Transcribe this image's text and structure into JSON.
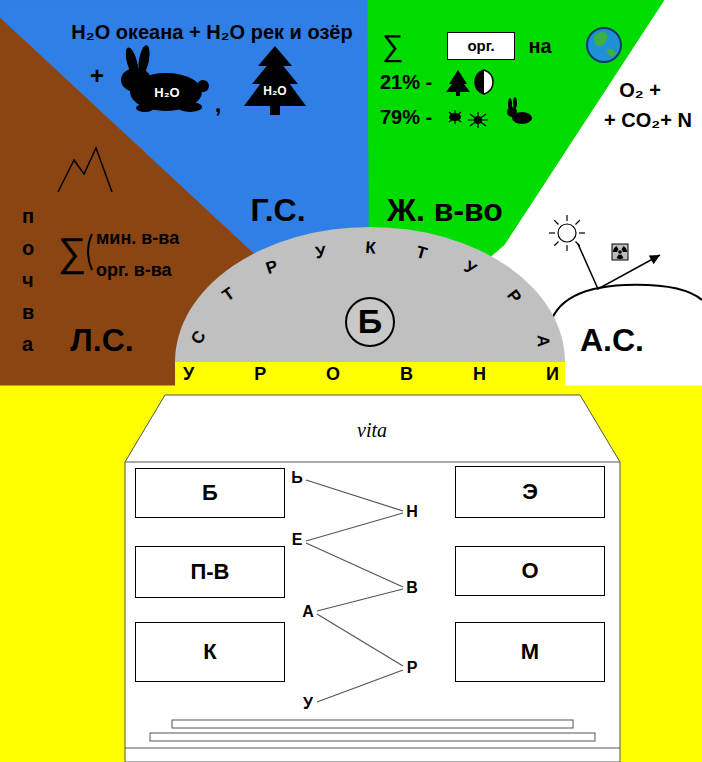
{
  "diagram": {
    "nodes": [
      {
        "text": [
          "H₂O океана + H₂O рек и озёр",
          "+",
          ",",
          "Г.С."
        ]
      },
      {
        "text": [
          "H₂O"
        ],
        "in": 0
      },
      {
        "text": [
          "H₂O"
        ],
        "in": 0
      },
      {
        "text": [
          "∑",
          "на",
          "21% -",
          "79% -",
          "Ж. в-во"
        ]
      },
      {
        "text": [
          "орг."
        ],
        "in": 3
      },
      {
        "text": [
          "O₂ +",
          "+ CO₂+ N",
          "А.С."
        ]
      },
      {
        "text": [
          "почва",
          "∑",
          "мин. в-ва",
          "орг. в-ва",
          "Л.С."
        ]
      },
      {
        "text": [
          "СТРУКТУРА"
        ]
      },
      {
        "text": [
          "Б"
        ],
        "in": 7
      },
      {
        "text": [
          "УРОВНИ"
        ]
      },
      {
        "text": [
          "vita"
        ]
      },
      {
        "text": [
          "Б"
        ],
        "in": 10
      },
      {
        "text": [
          "Э"
        ],
        "in": 10
      },
      {
        "text": [
          "П-В"
        ],
        "in": 10
      },
      {
        "text": [
          "О"
        ],
        "in": 10
      },
      {
        "text": [
          "К"
        ],
        "in": 10
      },
      {
        "text": [
          "М"
        ],
        "in": 10
      }
    ],
    "labels": [
      "Ь",
      "Н",
      "Е",
      "В",
      "А",
      "Р",
      "У"
    ]
  }
}
